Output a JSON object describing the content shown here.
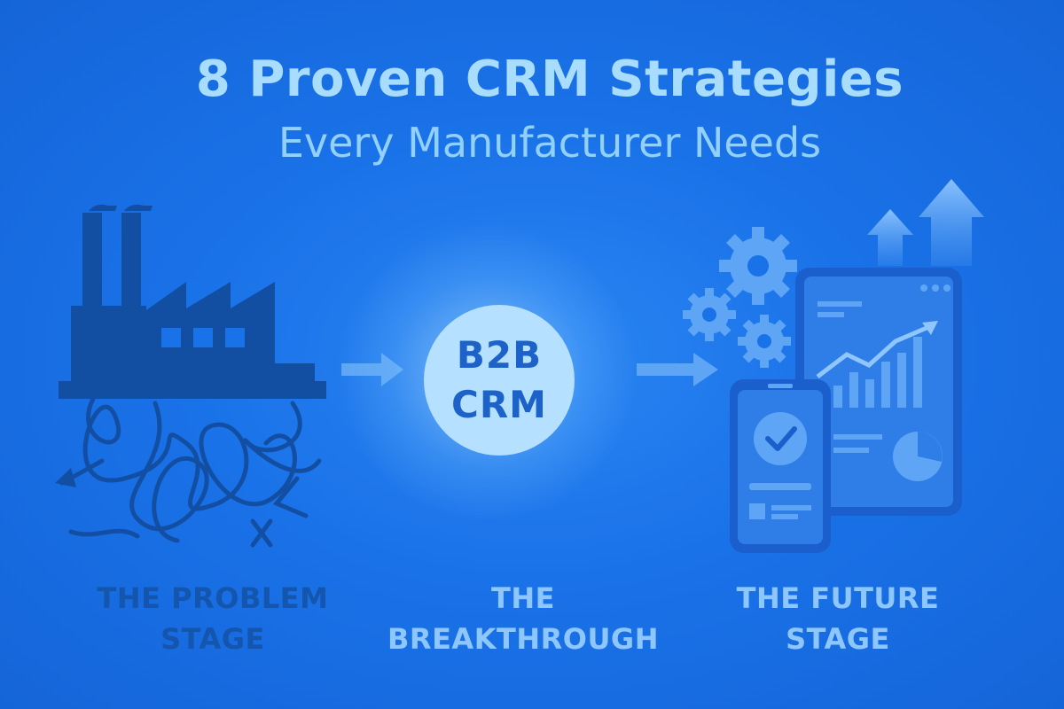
{
  "header": {
    "title": "8 Proven CRM Strategies",
    "subtitle": "Every Manufacturer Needs"
  },
  "center": {
    "label": "B2B\nCRM"
  },
  "stages": [
    {
      "label": "THE PROBLEM\nSTAGE",
      "icon": "tangled-factory-icon"
    },
    {
      "label": "THE\nBREAKTHROUGH",
      "icon": "crm-circle"
    },
    {
      "label": "THE FUTURE\nSTAGE",
      "icon": "devices-analytics-icon"
    }
  ],
  "colors": {
    "background": "#1a72e8",
    "title": "#a9ddff",
    "subtitle": "#92d0ff",
    "circle": "#b5e0ff",
    "circle_text": "#1c62c8",
    "problem_dark": "#124fa3",
    "arrow": "#5ea6f5",
    "future_light": "#5ea6f5",
    "label_problem": "#1455ad",
    "label_light": "#8ec7ff"
  }
}
